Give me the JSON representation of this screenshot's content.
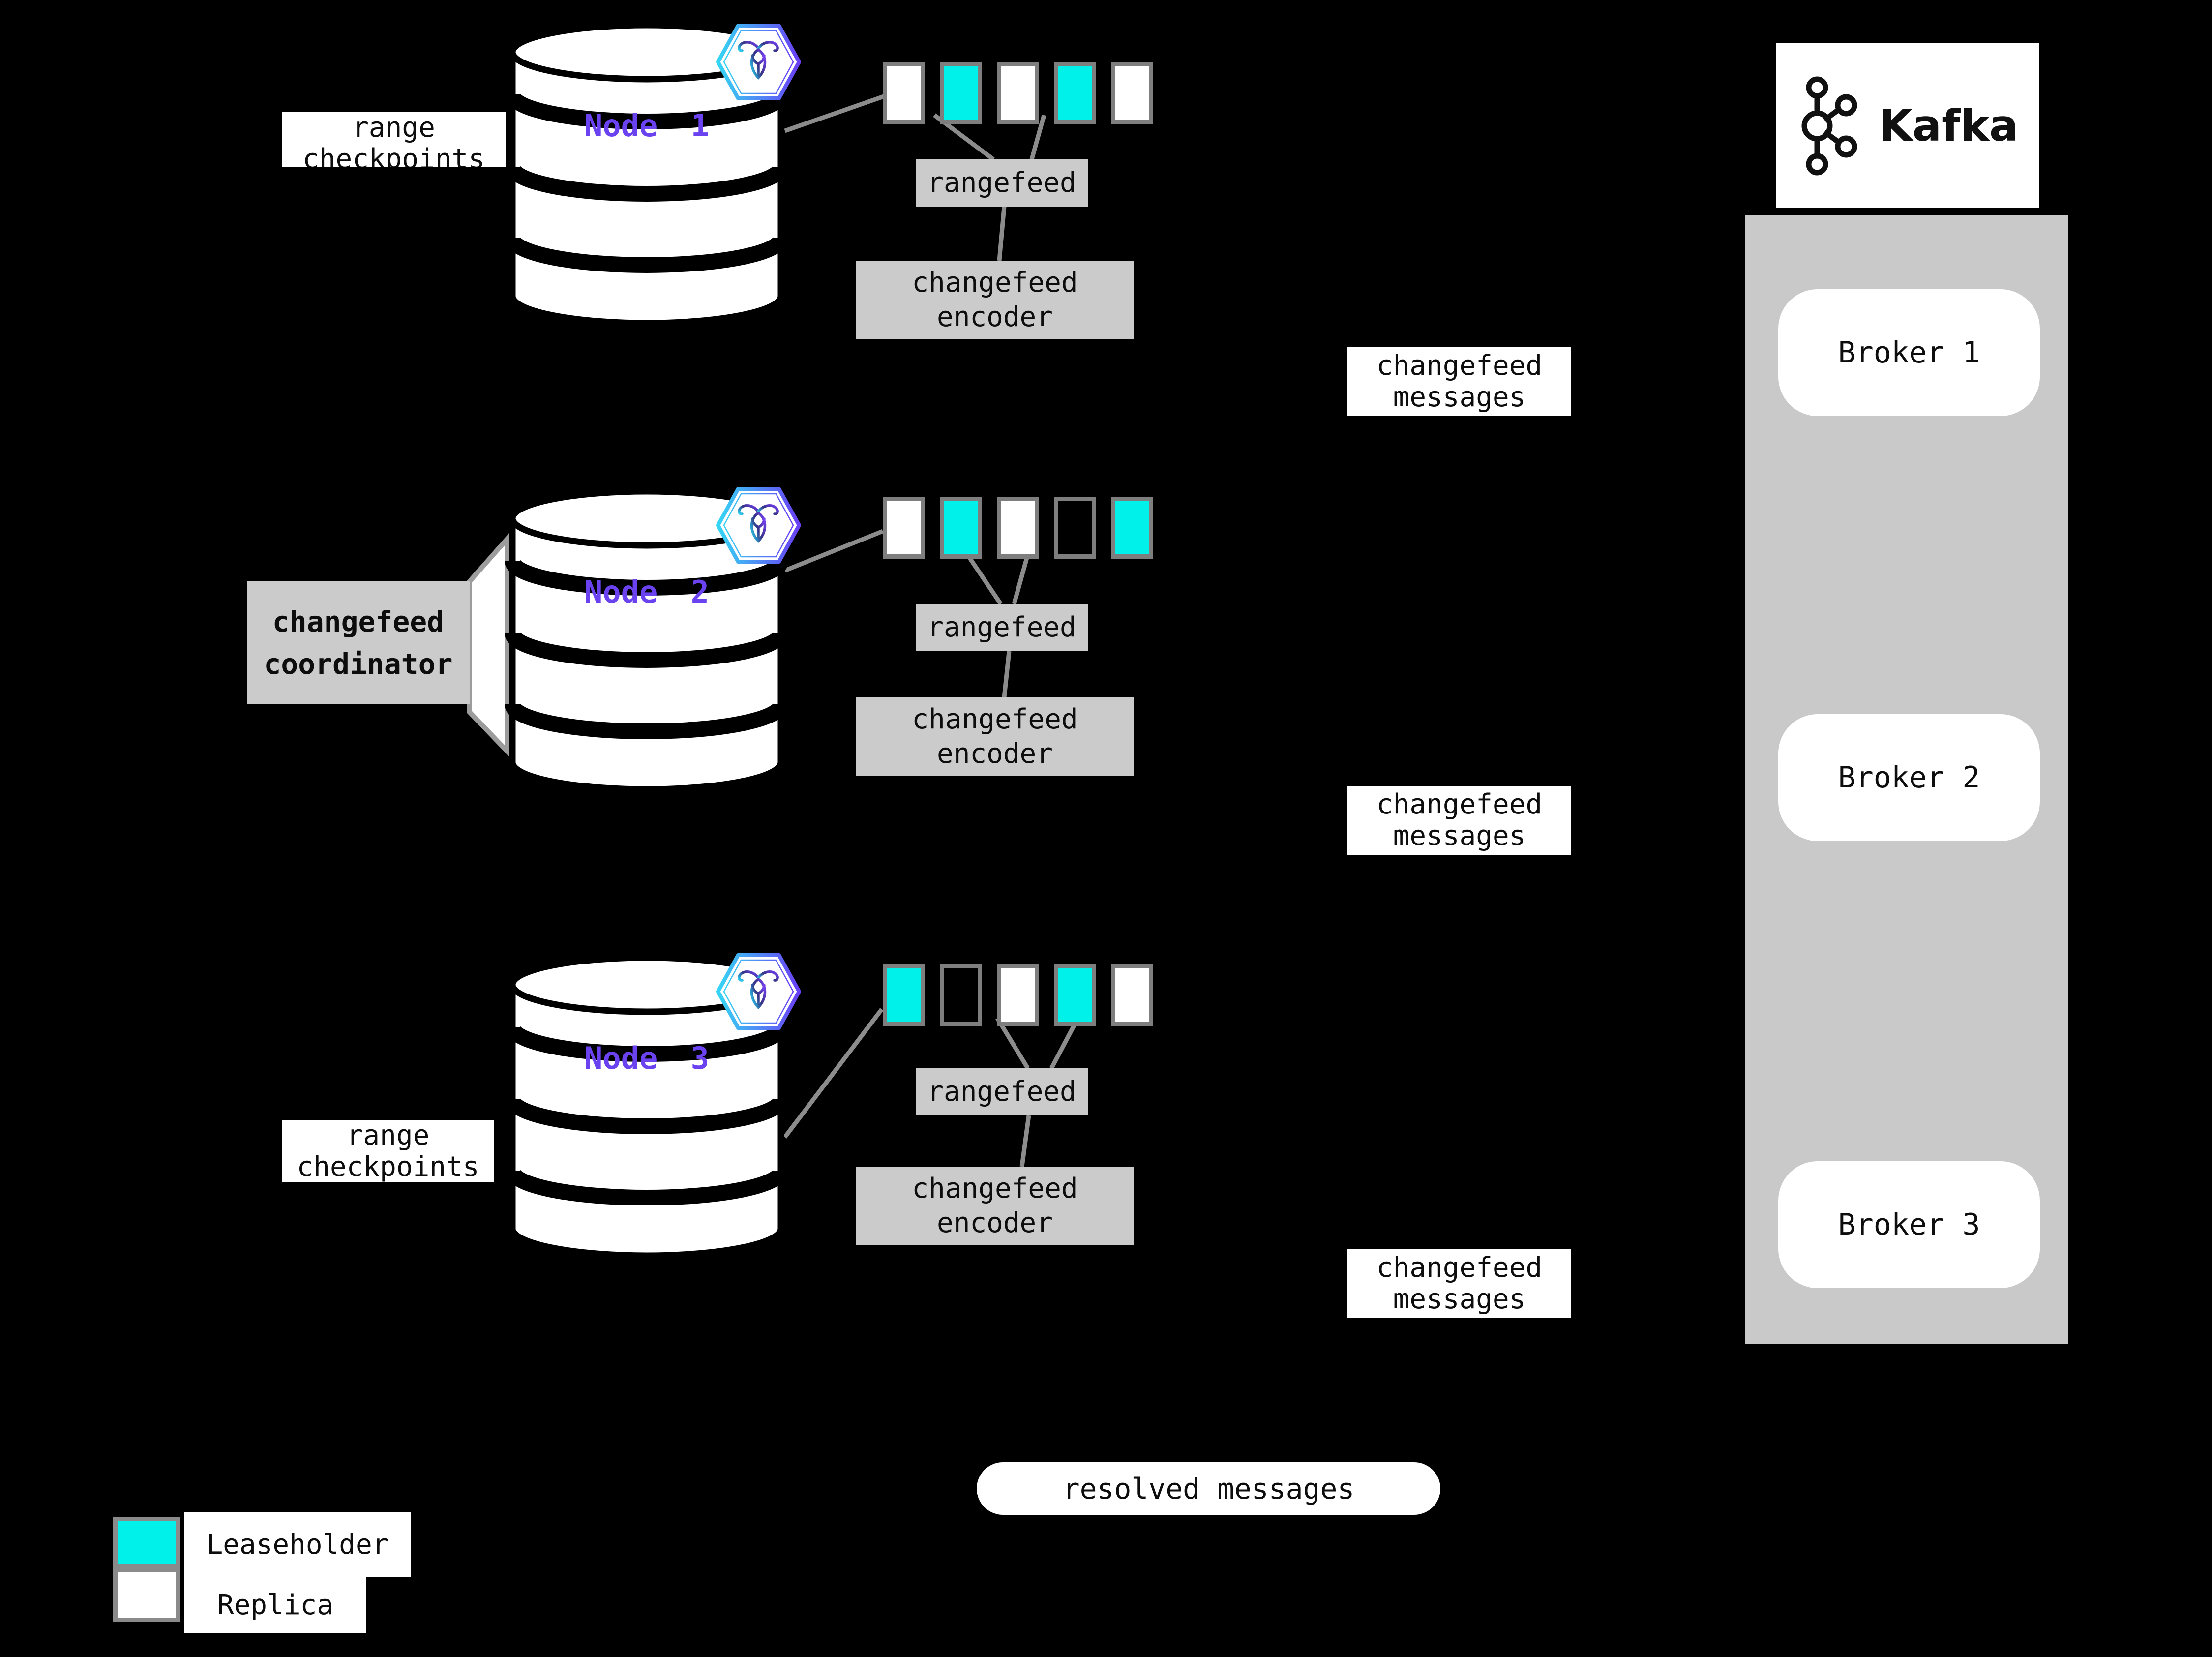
{
  "labels": {
    "rangefeed": "rangefeed",
    "encoder_line1": "changefeed",
    "encoder_line2": "encoder",
    "messages_line1": "changefeed",
    "messages_line2": "messages",
    "coordinator_line1": "changefeed",
    "coordinator_line2": "coordinator",
    "checkpoints_line1": "range",
    "checkpoints_line2": "checkpoints",
    "resolved": "resolved messages"
  },
  "nodes": [
    {
      "label": "Node 1",
      "ranges": [
        "replica",
        "leaseholder",
        "replica",
        "leaseholder",
        "replica"
      ]
    },
    {
      "label": "Node 2",
      "ranges": [
        "replica",
        "leaseholder",
        "replica",
        "empty",
        "leaseholder"
      ]
    },
    {
      "label": "Node 3",
      "ranges": [
        "leaseholder",
        "empty",
        "replica",
        "leaseholder",
        "replica"
      ]
    }
  ],
  "kafka": {
    "title": "Kafka",
    "brokers": [
      "Broker 1",
      "Broker 2",
      "Broker 3"
    ]
  },
  "legend": {
    "leaseholder": "Leaseholder",
    "replica": "Replica"
  },
  "colors": {
    "leaseholder_cyan": "#00F0EA",
    "node_label_purple": "#6B42F0",
    "process_box_gray": "#CBCBCB",
    "kafka_container_gray": "#C9C9C9",
    "connector_gray": "#8C8C8C"
  }
}
